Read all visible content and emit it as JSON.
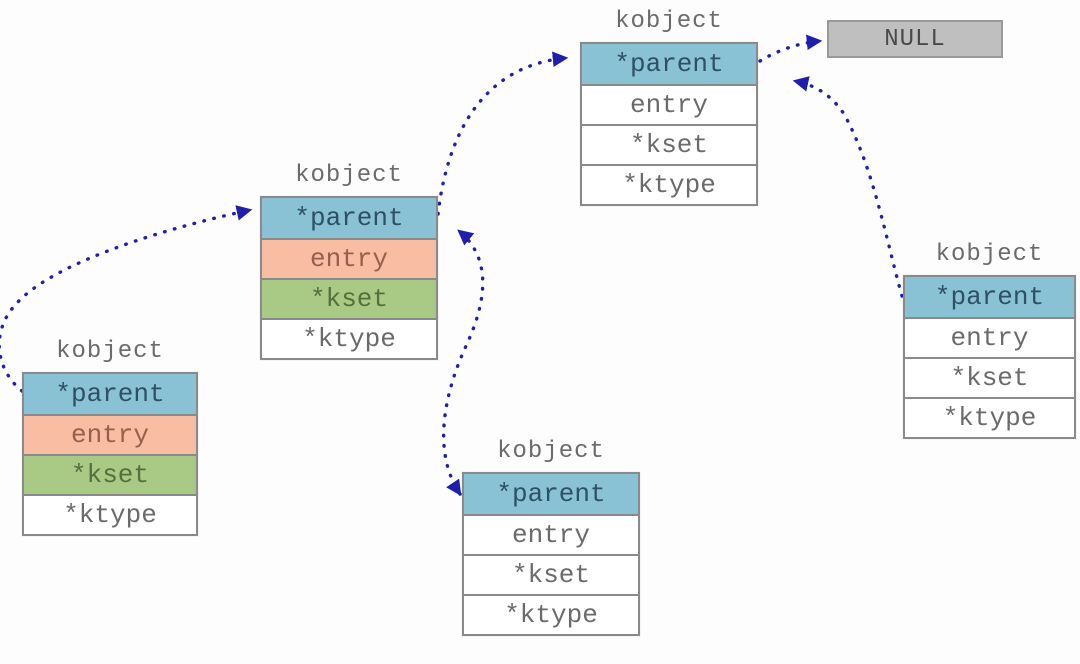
{
  "diagram": {
    "description": "Linux kernel kobject hierarchy: kobject structures whose *parent pointers link up to a root kobject pointing to NULL",
    "boxes": [
      {
        "id": "kobject-left",
        "title": "kobject",
        "rows": [
          {
            "label": "*parent",
            "fill": "#8ac2d5"
          },
          {
            "label": "entry",
            "fill": "#f8bda3"
          },
          {
            "label": "*kset",
            "fill": "#a9ca85"
          },
          {
            "label": "*ktype",
            "fill": "#ffffff"
          }
        ]
      },
      {
        "id": "kobject-middle",
        "title": "kobject",
        "rows": [
          {
            "label": "*parent",
            "fill": "#8ac2d5"
          },
          {
            "label": "entry",
            "fill": "#f8bda3"
          },
          {
            "label": "*kset",
            "fill": "#a9ca85"
          },
          {
            "label": "*ktype",
            "fill": "#ffffff"
          }
        ]
      },
      {
        "id": "kobject-top",
        "title": "kobject",
        "rows": [
          {
            "label": "*parent",
            "fill": "#8ac2d5"
          },
          {
            "label": "entry",
            "fill": "#ffffff"
          },
          {
            "label": "*kset",
            "fill": "#ffffff"
          },
          {
            "label": "*ktype",
            "fill": "#ffffff"
          }
        ]
      },
      {
        "id": "kobject-bottom",
        "title": "kobject",
        "rows": [
          {
            "label": "*parent",
            "fill": "#8ac2d5"
          },
          {
            "label": "entry",
            "fill": "#ffffff"
          },
          {
            "label": "*kset",
            "fill": "#ffffff"
          },
          {
            "label": "*ktype",
            "fill": "#ffffff"
          }
        ]
      },
      {
        "id": "kobject-right",
        "title": "kobject",
        "rows": [
          {
            "label": "*parent",
            "fill": "#8ac2d5"
          },
          {
            "label": "entry",
            "fill": "#ffffff"
          },
          {
            "label": "*kset",
            "fill": "#ffffff"
          },
          {
            "label": "*ktype",
            "fill": "#ffffff"
          }
        ]
      }
    ],
    "null_box": {
      "label": "NULL",
      "fill": "#bfbfbf"
    },
    "arrows": [
      {
        "name": "left-parent-to-middle",
        "from": "kobject-left.*parent",
        "to": "kobject-middle.*parent",
        "style": "dotted"
      },
      {
        "name": "middle-parent-to-top",
        "from": "kobject-middle.*parent",
        "to": "kobject-top.*parent",
        "style": "dotted"
      },
      {
        "name": "top-parent-to-null",
        "from": "kobject-top.*parent",
        "to": "NULL",
        "style": "dotted"
      },
      {
        "name": "bottom-parent-to-middle",
        "from": "kobject-bottom.*parent",
        "to": "kobject-middle.*parent",
        "style": "dotted",
        "double_headed": true
      },
      {
        "name": "right-parent-to-top",
        "from": "kobject-right.*parent",
        "to": "kobject-top.*parent",
        "style": "dotted"
      }
    ],
    "colors": {
      "bg": "#fdfdfd",
      "row-blue": "#8ac2d5",
      "row-salmon": "#f8bda3",
      "row-green": "#a9ca85",
      "row-white": "#ffffff",
      "null-fill": "#bfbfbf",
      "border": "#8a8a8a",
      "null-border": "#999999",
      "arrow": "#1f1fad",
      "text-title": "#6b6b6b",
      "text-parent": "#2f4f63",
      "text-entry": "#96604e",
      "text-kset": "#55703c",
      "text-row": "#6a6a6a",
      "text-null": "#4a4a4a"
    }
  }
}
